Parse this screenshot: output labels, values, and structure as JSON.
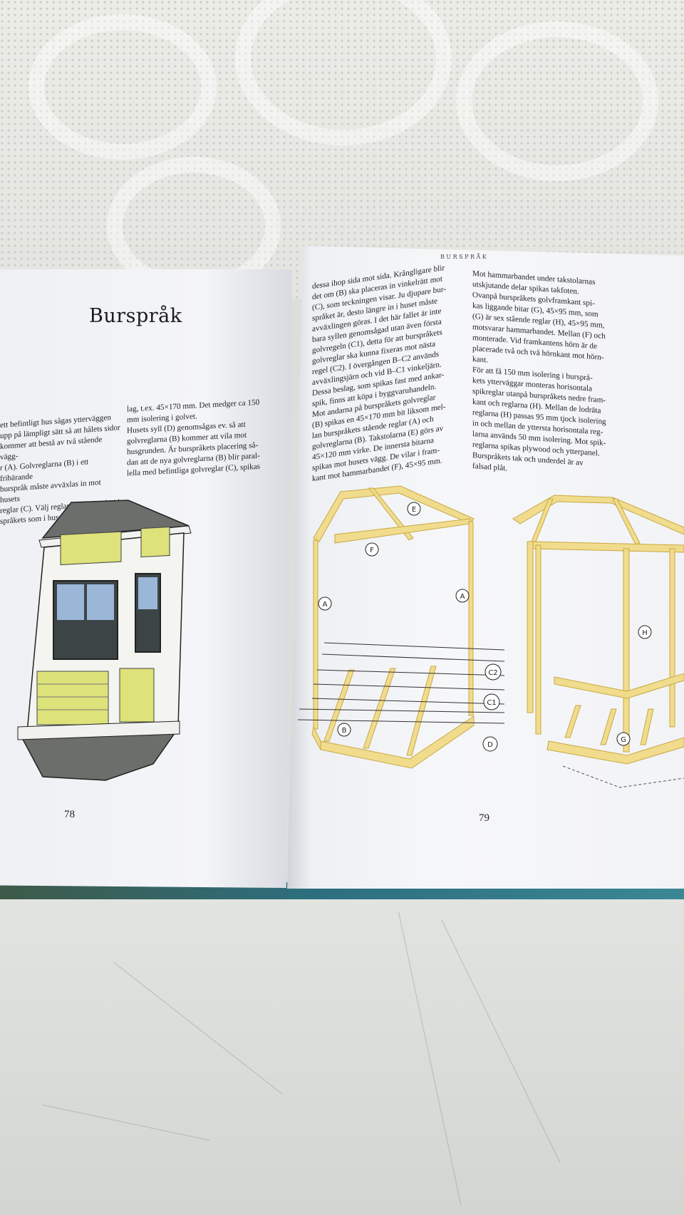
{
  "left_page": {
    "title": "Burspråk",
    "page_number": "78",
    "col1": "ett befintligt hus sågas ytterväggen\nupp på lämpligt sätt så att hålets sidor\nkommer att bestå av två stående vägg-\nr (A). Golvreglarna (B) i ett fribärande\nburspråk måste avväxlas in mot husets\nreglar (C). Välj reglar av samma höjd\nspråkets som i husets befintliga bjälk-",
    "col2": "lag, t.ex. 45×170 mm. Det medger ca 150\nmm isolering i golvet.\n   Husets syll (D) genomsågas ev. så att\ngolvreglarna (B) kommer att vila mot\nhusgrunden. Är burspråkets placering så-\ndan att de nya golvreglarna (B) blir paral-\nlella med befintliga golvreglar (C), spikas"
  },
  "right_page": {
    "running_head": "BURSPRÅK",
    "page_number": "79",
    "col1": "dessa ihop sida mot sida. Krångligare blir\ndet om (B) ska placeras in vinkelrätt mot\n(C), som teckningen visar. Ju djupare bur-\nspråket är, desto längre in i huset måste\navväxlingen göras. I det här fallet är inte\nbara syllen genomsågad utan även första\ngolvregeln (C1), detta för att burspråkets\ngolvreglar ska kunna fixeras mot nästa\nregel (C2). I övergången B–C2 används\navväxlingsjärn och vid B–C1 vinkeljärn.\nDessa beslag, som spikas fast med ankar-\nspik, finns att köpa i byggvaruhandeln.\nMot andarna på burspråkets golvreglar\n(B) spikas en 45×170 mm bit liksom mel-\nlan burspråkets stående reglar (A) och\ngolvreglarna (B). Takstolarna (E) görs av\n45×120 mm virke. De innersta bitarna\nspikas mot husets vägg. De vilar i fram-\nkant mot hammarbandet (F), 45×95 mm.",
    "col2": "Mot hammarbandet under takstolarnas\nutskjutande delar spikas takfoten.\n   Ovanpå burspråkets golvframkant spi-\nkas liggande bitar (G), 45×95 mm, som\n(G) är sex stående reglar (H), 45×95 mm,\nmotsvarar hammarbandet. Mellan (F) och\nmonterade. Vid framkantens hörn är de\nplacerade två och två hörnkant mot hörn-\nkant.\n   För att få 150 mm isolering i bursprå-\nkets ytterväggar monteras horisontala\nspikreglar utanpå burspråkets nedre fram-\nkant och reglarna (H). Mellan de lodräta\nreglarna (H) passas 95 mm tjock isolering\nin och mellan de yttersta horisontala reg-\nlarna används 50 mm isolering. Mot spik-\nreglarna spikas plywood och ytterpanel.\n   Burspråkets tak och underdel är av\nfalsad plåt."
  },
  "diagram_labels": {
    "e": "E",
    "f": "F",
    "a_left": "A",
    "a_right": "A",
    "c2": "C2",
    "c1": "C1",
    "b": "B",
    "d": "D",
    "h": "H",
    "g": "G"
  },
  "colors": {
    "wood": "#f0dc8c",
    "wood_edge": "#c8a844",
    "roof": "#6b6e6a",
    "siding": "#dde27a"
  }
}
